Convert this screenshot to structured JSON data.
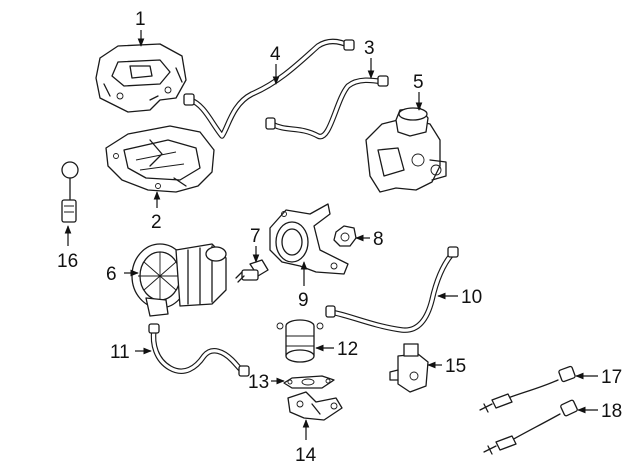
{
  "diagram": {
    "callouts": [
      {
        "id": "c1",
        "text": "1"
      },
      {
        "id": "c2",
        "text": "2"
      },
      {
        "id": "c3",
        "text": "3"
      },
      {
        "id": "c4",
        "text": "4"
      },
      {
        "id": "c5",
        "text": "5"
      },
      {
        "id": "c6",
        "text": "6"
      },
      {
        "id": "c7",
        "text": "7"
      },
      {
        "id": "c8",
        "text": "8"
      },
      {
        "id": "c9",
        "text": "9"
      },
      {
        "id": "c10",
        "text": "10"
      },
      {
        "id": "c11",
        "text": "11"
      },
      {
        "id": "c12",
        "text": "12"
      },
      {
        "id": "c13",
        "text": "13"
      },
      {
        "id": "c14",
        "text": "14"
      },
      {
        "id": "c15",
        "text": "15"
      },
      {
        "id": "c16",
        "text": "16"
      },
      {
        "id": "c17",
        "text": "17"
      },
      {
        "id": "c18",
        "text": "18"
      }
    ]
  },
  "colors": {
    "ink": "#1a1a1a",
    "background": "#ffffff"
  }
}
